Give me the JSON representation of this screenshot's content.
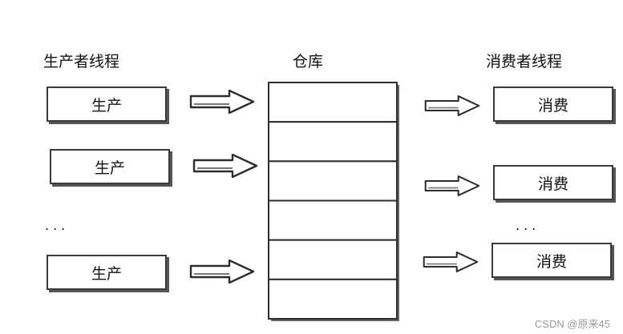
{
  "producers": {
    "title": "生产者线程",
    "items": [
      "生产",
      "生产",
      "生产"
    ],
    "ellipsis": "..."
  },
  "warehouse": {
    "title": "仓库",
    "slots": 6
  },
  "consumers": {
    "title": "消费者线程",
    "items": [
      "消费",
      "消费",
      "消费"
    ],
    "ellipsis": "..."
  },
  "watermark": "CSDN @原来45"
}
